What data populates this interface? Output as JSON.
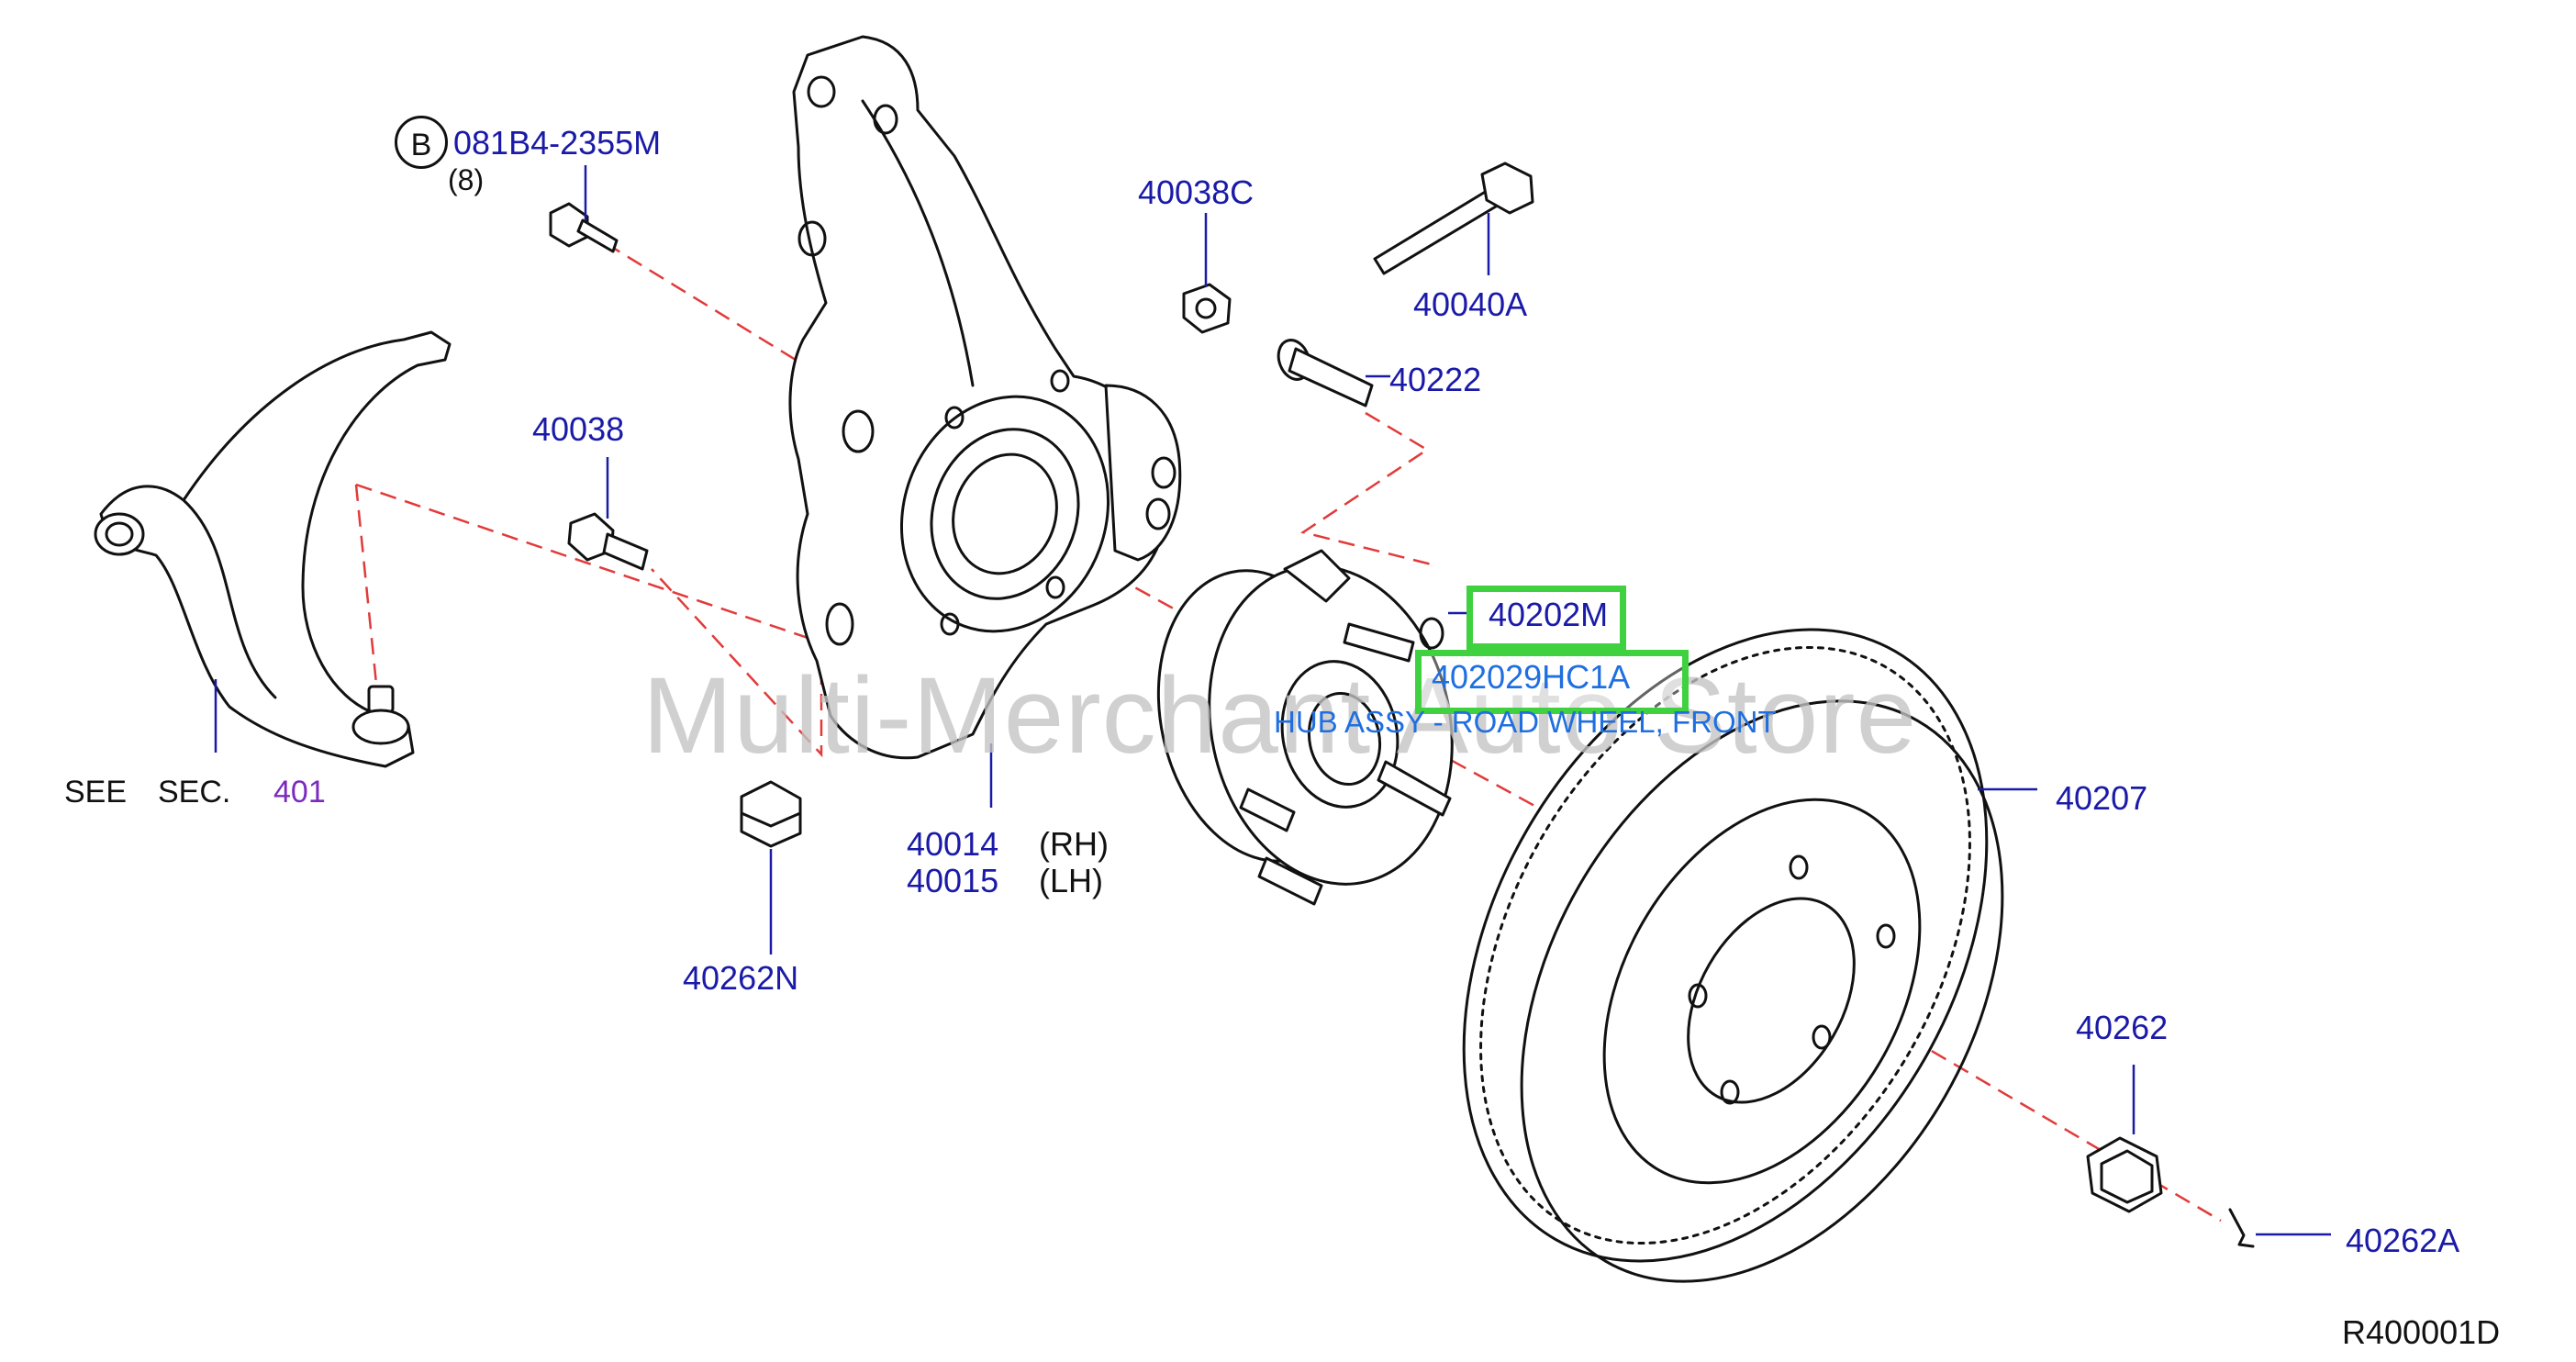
{
  "diagram": {
    "watermark": "Multi-Merchant Auto Store",
    "circle_letter": "B",
    "bolt_part": "081B4-2355M",
    "bolt_qty": "(8)",
    "see_text": "SEE",
    "sec_text": "SEC.",
    "sec_ref": "401",
    "p40038C": "40038C",
    "p40040A": "40040A",
    "p40222": "40222",
    "p40038": "40038",
    "p40202M": "40202M",
    "p402029HC1A": "402029HC1A",
    "hub_desc": "HUB ASSY - ROAD WHEEL, FRONT",
    "p40207": "40207",
    "p40014": "40014",
    "p40015": "40015",
    "rh": "(RH)",
    "lh": "(LH)",
    "p40262N": "40262N",
    "p40262": "40262",
    "p40262A": "40262A",
    "drawing_code": "R400001D"
  },
  "colors": {
    "label_blue": "#1a1aa8",
    "highlight_green": "#3fd13f",
    "leader_red": "#e23a3a",
    "sec_purple": "#7a2bbf",
    "desc_blue": "#1f6fe0"
  }
}
